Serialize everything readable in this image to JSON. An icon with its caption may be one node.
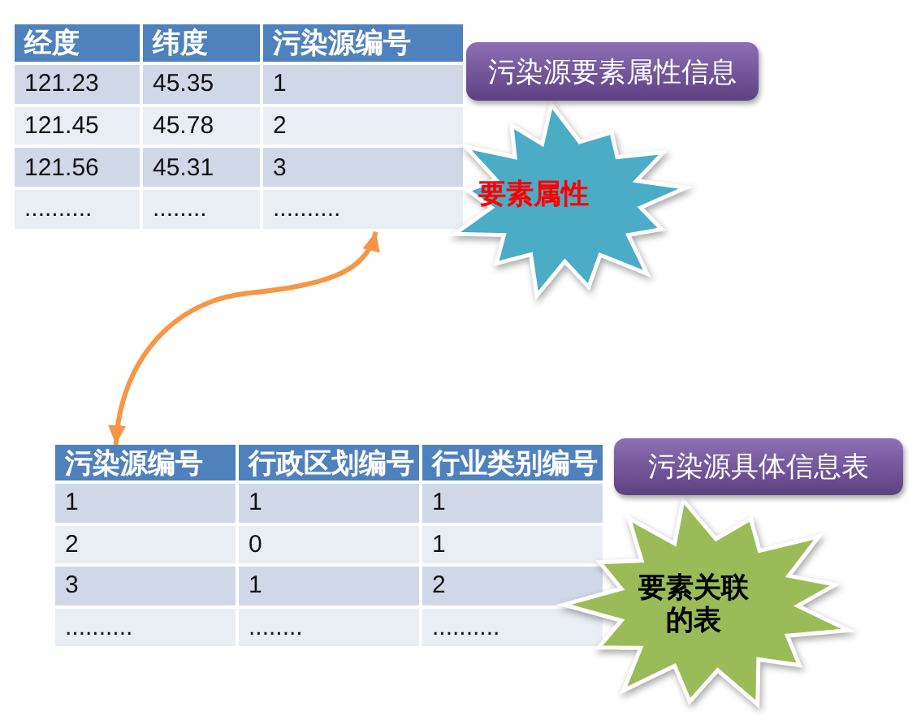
{
  "diagram": {
    "nodes": [
      {
        "text": [
          "经度",
          "纬度",
          "污染源编号",
          "121.23",
          "45.35",
          "1",
          "121.45",
          "45.78",
          "2",
          "121.56",
          "45.31",
          "3",
          "..........",
          "........",
          ".........."
        ]
      },
      {
        "text": [
          "污染源要素属性信息"
        ]
      },
      {
        "text": [
          "要素属性"
        ]
      },
      {
        "text": [
          "污染源编号",
          "行政区划编号",
          "行业类别编号",
          "1",
          "1",
          "1",
          "2",
          "0",
          "1",
          "3",
          "1",
          "2",
          "..........",
          "........",
          ".........."
        ]
      },
      {
        "text": [
          "污染源具体信息表"
        ]
      },
      {
        "text": [
          "要素关联的表"
        ]
      }
    ],
    "edges": [
      {
        "from": 0,
        "to": 3,
        "arrow": "both"
      }
    ]
  }
}
